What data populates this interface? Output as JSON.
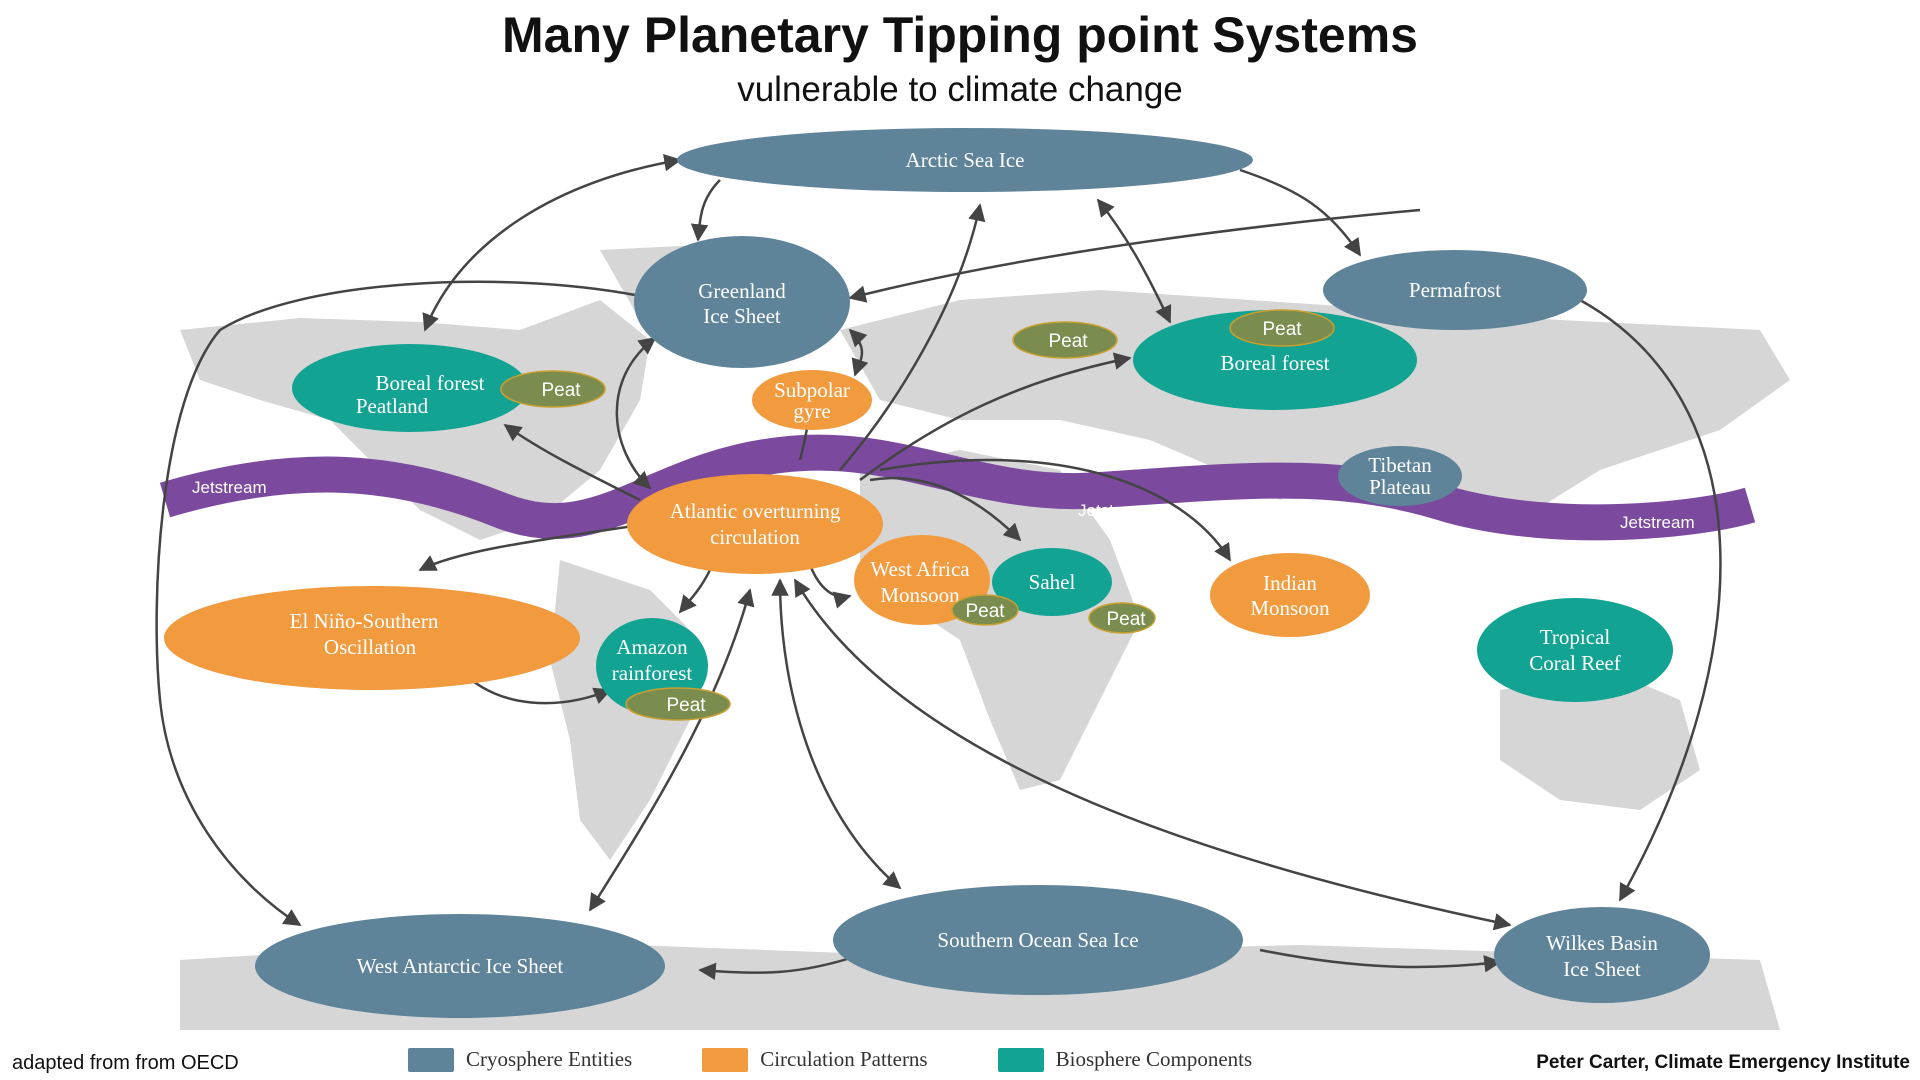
{
  "title": "Many Planetary Tipping point Systems",
  "subtitle": "vulnerable to climate change",
  "colors": {
    "cryosphere": "#5f8499",
    "circulation": "#f29a3e",
    "biosphere": "#13a393",
    "peat": "#7b8c4f",
    "jetstream": "#7b4a9e",
    "land": "#d6d6d6"
  },
  "nodes": {
    "arctic_sea_ice": "Arctic Sea Ice",
    "greenland_line1": "Greenland",
    "greenland_line2": "Ice Sheet",
    "permafrost": "Permafrost",
    "boreal_forest_na_line1": "Boreal forest",
    "boreal_forest_na_line2": "Peatland",
    "boreal_forest_eu": "Boreal forest",
    "subpolar_line1": "Subpolar",
    "subpolar_line2": "gyre",
    "tibetan_line1": "Tibetan",
    "tibetan_line2": "Plateau",
    "amoc_line1": "Atlantic overturning",
    "amoc_line2": "circulation",
    "west_africa_line1": "West Africa",
    "west_africa_line2": "Monsoon",
    "sahel": "Sahel",
    "indian_line1": "Indian",
    "indian_line2": "Monsoon",
    "enso_line1": "El Niño-Southern",
    "enso_line2": "Oscillation",
    "amazon_line1": "Amazon",
    "amazon_line2": "rainforest",
    "coral_line1": "Tropical",
    "coral_line2": "Coral Reef",
    "west_antarctic": "West Antarctic Ice Sheet",
    "southern_ocean": "Southern Ocean Sea Ice",
    "wilkes_line1": "Wilkes Basin",
    "wilkes_line2": "Ice Sheet"
  },
  "peat_label": "Peat",
  "jetstream_label": "Jetstream",
  "legend": [
    {
      "label": "Cryosphere Entities",
      "color": "#5f8499"
    },
    {
      "label": "Circulation Patterns",
      "color": "#f29a3e"
    },
    {
      "label": "Biosphere Components",
      "color": "#13a393"
    }
  ],
  "footer": {
    "source": "adapted from from OECD",
    "credit": "Peter Carter, Climate Emergency Institute"
  }
}
